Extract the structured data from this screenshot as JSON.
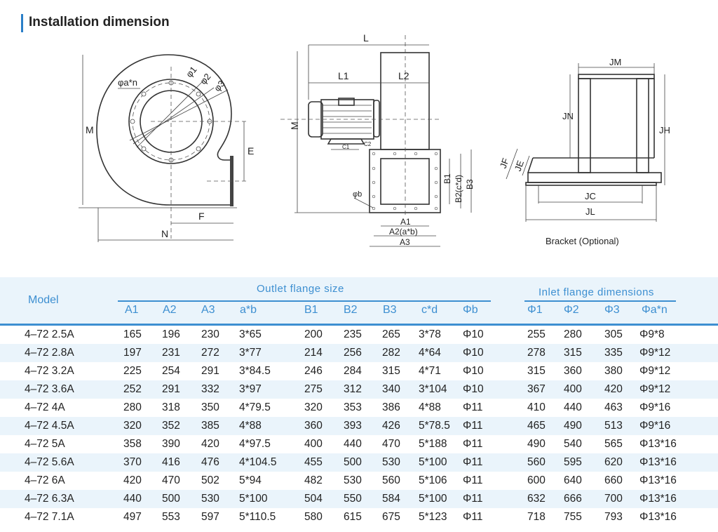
{
  "title": "Installation dimension",
  "drawings": {
    "side_view": {
      "labels": {
        "m": "M",
        "e": "E",
        "f": "F",
        "n": "N",
        "phi1": "φ1",
        "phi2": "φ2",
        "phi3": "φ3",
        "bolts": "φa*n"
      }
    },
    "front_view": {
      "labels": {
        "l": "L",
        "l1": "L1",
        "l2": "L2",
        "m": "M",
        "c1": "C1",
        "c2": "C2",
        "phib": "φb",
        "a1": "A1",
        "a2": "A2(a*b)",
        "a3": "A3",
        "b1": "B1",
        "b2": "B2(c*d)",
        "b3": "B3"
      }
    },
    "bracket": {
      "labels": {
        "jm": "JM",
        "jn": "JN",
        "jh": "JH",
        "jf": "JF",
        "je": "JE",
        "jc": "JC",
        "jl": "JL"
      },
      "caption": "Bracket (Optional)"
    }
  },
  "table": {
    "model_header": "Model",
    "outlet_group": "Outlet flange size",
    "inlet_group": "Inlet flange dimensions",
    "columns": [
      "A1",
      "A2",
      "A3",
      "a*b",
      "B1",
      "B2",
      "B3",
      "c*d",
      "Φb",
      "Φ1",
      "Φ2",
      "Φ3",
      "Φa*n"
    ],
    "rows": [
      [
        "4–72 2.5A",
        "165",
        "196",
        "230",
        "3*65",
        "200",
        "235",
        "265",
        "3*78",
        "Φ10",
        "255",
        "280",
        "305",
        "Φ9*8"
      ],
      [
        "4–72 2.8A",
        "197",
        "231",
        "272",
        "3*77",
        "214",
        "256",
        "282",
        "4*64",
        "Φ10",
        "278",
        "315",
        "335",
        "Φ9*12"
      ],
      [
        "4–72 3.2A",
        "225",
        "254",
        "291",
        "3*84.5",
        "246",
        "284",
        "315",
        "4*71",
        "Φ10",
        "315",
        "360",
        "380",
        "Φ9*12"
      ],
      [
        "4–72 3.6A",
        "252",
        "291",
        "332",
        "3*97",
        "275",
        "312",
        "340",
        "3*104",
        "Φ10",
        "367",
        "400",
        "420",
        "Φ9*12"
      ],
      [
        "4–72 4A",
        "280",
        "318",
        "350",
        "4*79.5",
        "320",
        "353",
        "386",
        "4*88",
        "Φ11",
        "410",
        "440",
        "463",
        "Φ9*16"
      ],
      [
        "4–72 4.5A",
        "320",
        "352",
        "385",
        "4*88",
        "360",
        "393",
        "426",
        "5*78.5",
        "Φ11",
        "465",
        "490",
        "513",
        "Φ9*16"
      ],
      [
        "4–72 5A",
        "358",
        "390",
        "420",
        "4*97.5",
        "400",
        "440",
        "470",
        "5*188",
        "Φ11",
        "490",
        "540",
        "565",
        "Φ13*16"
      ],
      [
        "4–72 5.6A",
        "370",
        "416",
        "476",
        "4*104.5",
        "455",
        "500",
        "530",
        "5*100",
        "Φ11",
        "560",
        "595",
        "620",
        "Φ13*16"
      ],
      [
        "4–72 6A",
        "420",
        "470",
        "502",
        "5*94",
        "482",
        "530",
        "560",
        "5*106",
        "Φ11",
        "600",
        "640",
        "660",
        "Φ13*16"
      ],
      [
        "4–72 6.3A",
        "440",
        "500",
        "530",
        "5*100",
        "504",
        "550",
        "584",
        "5*100",
        "Φ11",
        "632",
        "666",
        "700",
        "Φ13*16"
      ],
      [
        "4–72 7.1A",
        "497",
        "553",
        "597",
        "5*110.5",
        "580",
        "615",
        "675",
        "5*123",
        "Φ11",
        "718",
        "755",
        "793",
        "Φ13*16"
      ]
    ]
  },
  "colors": {
    "accent": "#3d8fd1",
    "row_alt": "#eaf4fb"
  }
}
